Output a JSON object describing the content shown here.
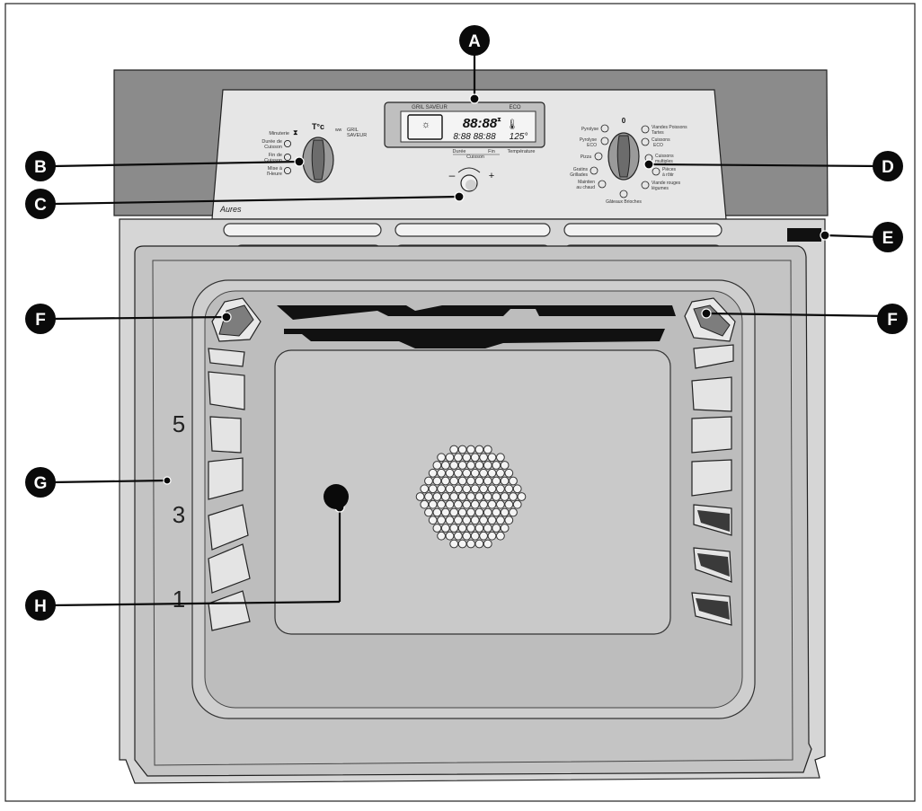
{
  "callouts": [
    {
      "id": "A",
      "letter": "A"
    },
    {
      "id": "B",
      "letter": "B"
    },
    {
      "id": "C",
      "letter": "C"
    },
    {
      "id": "D",
      "letter": "D"
    },
    {
      "id": "E",
      "letter": "E"
    },
    {
      "id": "F1",
      "letter": "F"
    },
    {
      "id": "F2",
      "letter": "F"
    },
    {
      "id": "G",
      "letter": "G"
    },
    {
      "id": "H",
      "letter": "H"
    }
  ],
  "display": {
    "top_labels": {
      "gril": "GRIL SAVEUR",
      "eco": "ECO"
    },
    "time_main": "88:88",
    "time_small": "8:88 88:88",
    "temperature": "125°",
    "bottom_labels": {
      "duree": "Durée",
      "fin": "Fin",
      "cuisson": "Cuisson",
      "temperature": "Température"
    }
  },
  "left_dial": {
    "labels": [
      "Minuterie",
      "Durée de",
      "Cuisson",
      "Fin de",
      "Cuisson",
      "Mise à",
      "l'Heure"
    ],
    "top": "T°c",
    "gril_1": "GRIL",
    "gril_2": "SAVEUR"
  },
  "adjust": {
    "minus": "–",
    "plus": "+"
  },
  "right_dial": {
    "zero": "0",
    "left_labels": [
      "Pyrolyse",
      "Pyrolyse",
      "ECO",
      "Pizza",
      "Gratins",
      "Grillades",
      "Maintien",
      "au chaud"
    ],
    "right_labels": [
      "Viandes Poissons",
      "Tartes",
      "Cuissons",
      "ECO",
      "Cuissons",
      "multiples",
      "Pièces",
      "à rôtir",
      "Viande rouges",
      "légumes"
    ],
    "bottom": "Gâteaux Brioches"
  },
  "brand": "Aures",
  "shelf_levels": [
    "5",
    "3",
    "1"
  ],
  "colors": {
    "frame": "#8a8a8a",
    "panel": "#e4e4e4",
    "door": "#c2c2c2",
    "callout": "#0a0a0a"
  }
}
